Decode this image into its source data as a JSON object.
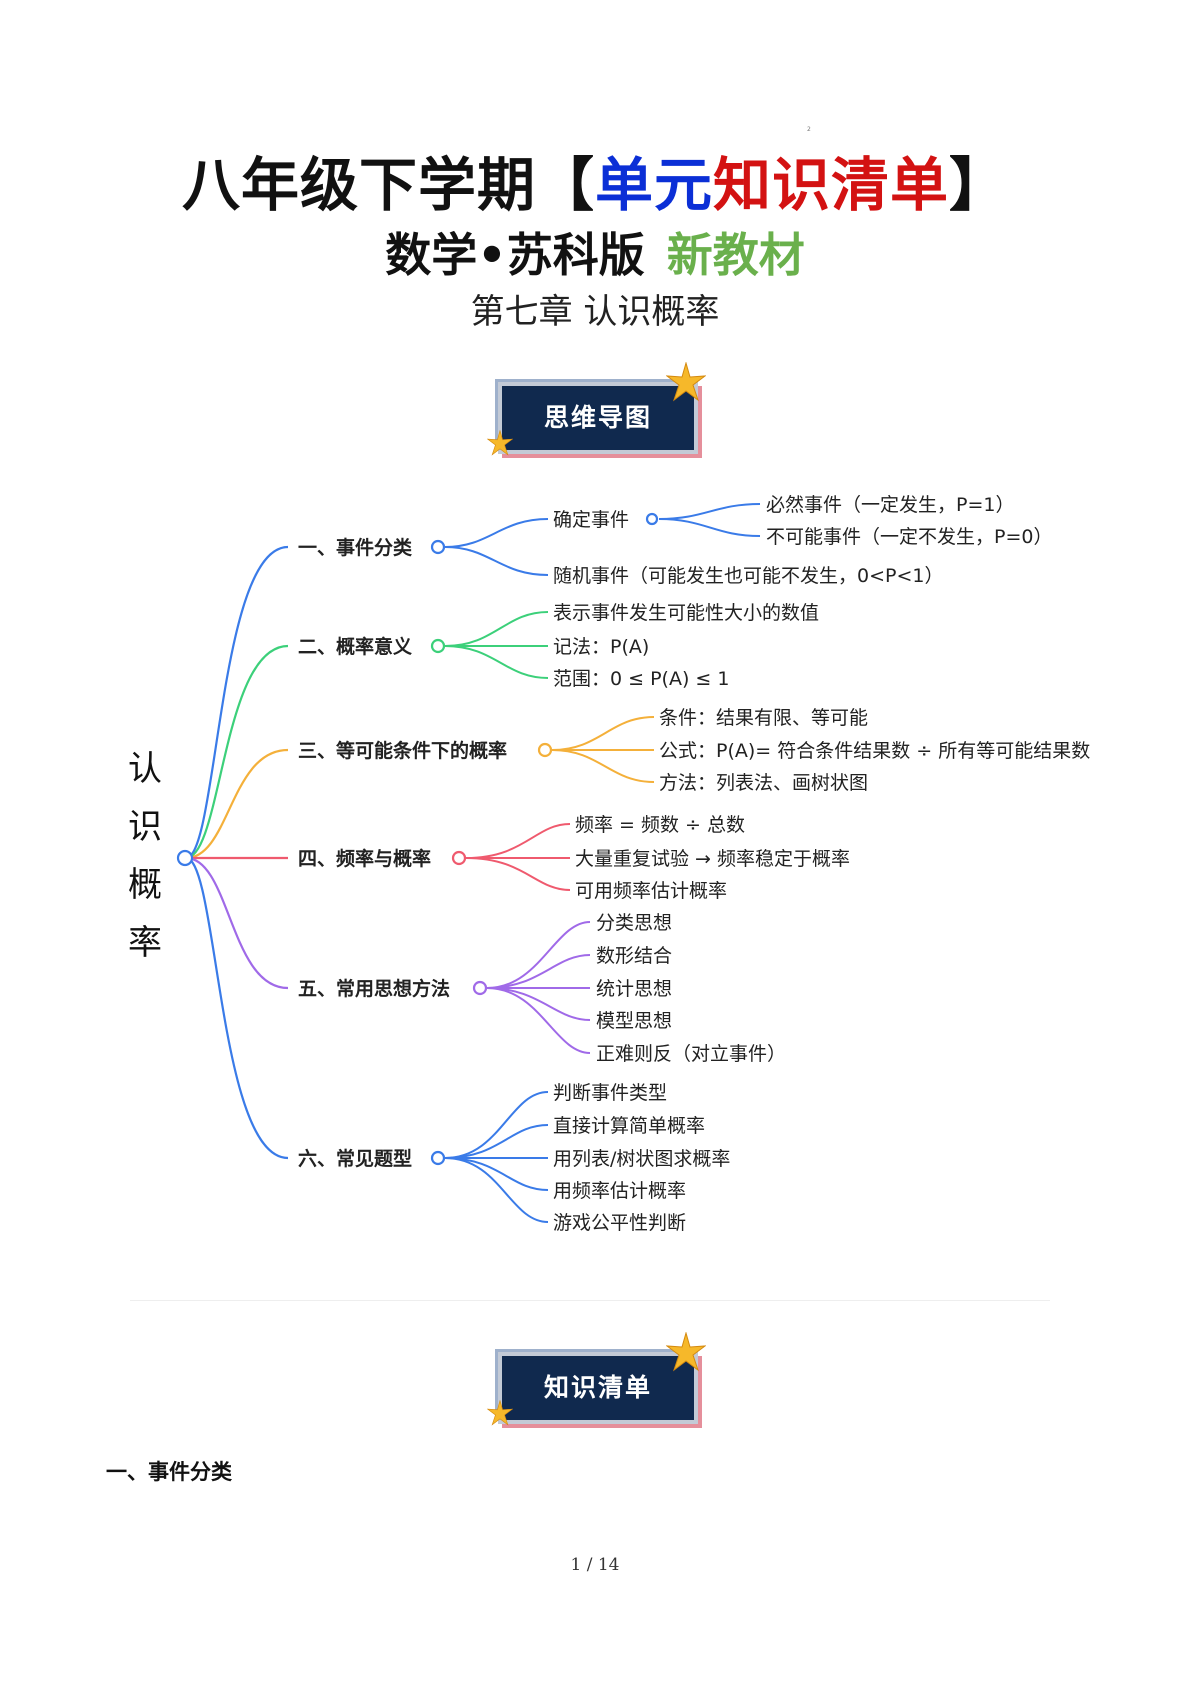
{
  "header": {
    "title_prefix": "八年级下学期【",
    "title_blue": "单元",
    "title_red": "知识清单",
    "title_suffix": "】",
    "subtitle_main": "数学•苏科版",
    "subtitle_green": "新教材",
    "chapter": "第七章  认识概率",
    "mark": "2"
  },
  "banners": {
    "mindmap": "思维导图",
    "knowledge": "知识清单"
  },
  "colors": {
    "title_blue": "#0b2fd6",
    "title_red": "#d31212",
    "subtitle_green": "#6ab04c",
    "branch_blue": "#3a7be8",
    "branch_green": "#3cd07a",
    "branch_orange": "#f4b03a",
    "branch_red": "#ef5a6e",
    "branch_purple": "#a06ae8"
  },
  "mindmap": {
    "root": [
      "认",
      "识",
      "概",
      "率"
    ],
    "branches": [
      {
        "label": "一、事件分类",
        "children": [
          {
            "label": "确定事件",
            "children": [
              "必然事件（一定发生，P=1）",
              "不可能事件（一定不发生，P=0）"
            ]
          },
          {
            "label": "随机事件（可能发生也可能不发生，0<P<1）"
          }
        ]
      },
      {
        "label": "二、概率意义",
        "children": [
          "表示事件发生可能性大小的数值",
          "记法：P(A)",
          "范围：0 ≤ P(A) ≤ 1"
        ]
      },
      {
        "label": "三、等可能条件下的概率",
        "children": [
          "条件：结果有限、等可能",
          "公式：P(A)= 符合条件结果数 ÷ 所有等可能结果数",
          "方法：列表法、画树状图"
        ]
      },
      {
        "label": "四、频率与概率",
        "children": [
          "频率 = 频数 ÷ 总数",
          "大量重复试验 → 频率稳定于概率",
          "可用频率估计概率"
        ]
      },
      {
        "label": "五、常用思想方法",
        "children": [
          "分类思想",
          "数形结合",
          "统计思想",
          "模型思想",
          "正难则反（对立事件）"
        ]
      },
      {
        "label": "六、常见题型",
        "children": [
          "判断事件类型",
          "直接计算简单概率",
          "用列表/树状图求概率",
          "用频率估计概率",
          "游戏公平性判断"
        ]
      }
    ]
  },
  "section": {
    "heading": "一、事件分类"
  },
  "footer": {
    "page": "1 / 14"
  }
}
